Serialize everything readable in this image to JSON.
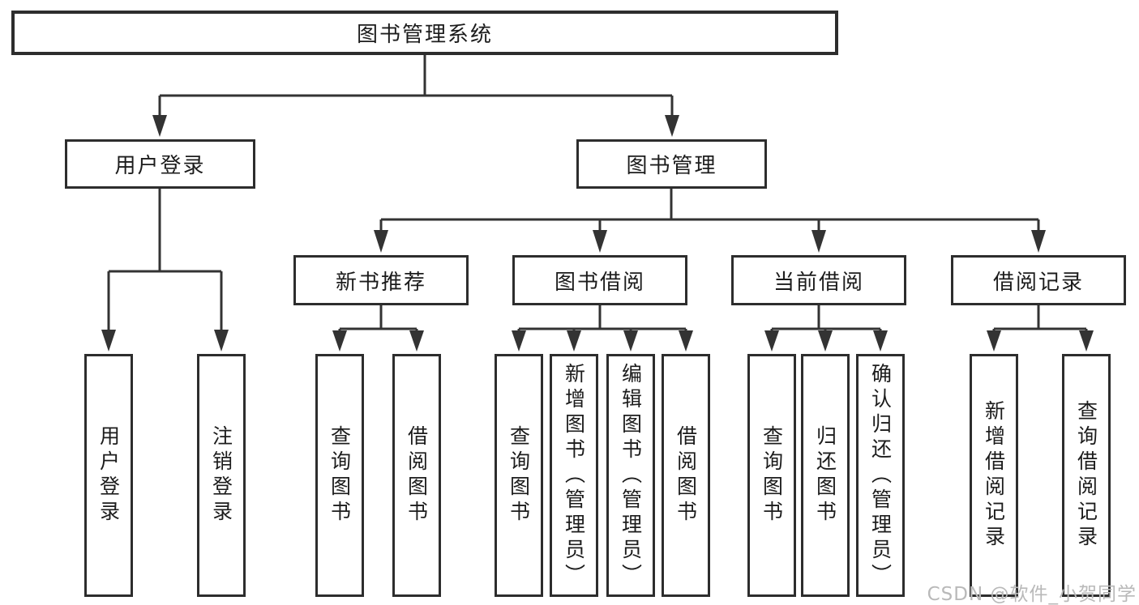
{
  "diagram_title": "图书管理系统",
  "tree": {
    "label": "图书管理系统",
    "children": [
      {
        "label": "用户登录",
        "children": [
          {
            "label": "用户登录"
          },
          {
            "label": "注销登录"
          }
        ]
      },
      {
        "label": "图书管理",
        "children": [
          {
            "label": "新书推荐",
            "children": [
              {
                "label": "查询图书"
              },
              {
                "label": "借阅图书"
              }
            ]
          },
          {
            "label": "图书借阅",
            "children": [
              {
                "label": "查询图书"
              },
              {
                "label": "新增图书（管理员）"
              },
              {
                "label": "编辑图书（管理员）"
              },
              {
                "label": "借阅图书"
              }
            ]
          },
          {
            "label": "当前借阅",
            "children": [
              {
                "label": "查询图书"
              },
              {
                "label": "归还图书"
              },
              {
                "label": "确认归还（管理员）"
              }
            ]
          },
          {
            "label": "借阅记录",
            "children": [
              {
                "label": "新增借阅记录"
              },
              {
                "label": "查询借阅记录"
              }
            ]
          }
        ]
      }
    ]
  },
  "watermark": {
    "text": "CSDN @软件_小贺同学"
  },
  "colors": {
    "background": "#ffffff",
    "line": "#333333",
    "box_border": "#2d2d2d",
    "text": "#1c1c1c",
    "watermark": "#b9b9b9"
  }
}
